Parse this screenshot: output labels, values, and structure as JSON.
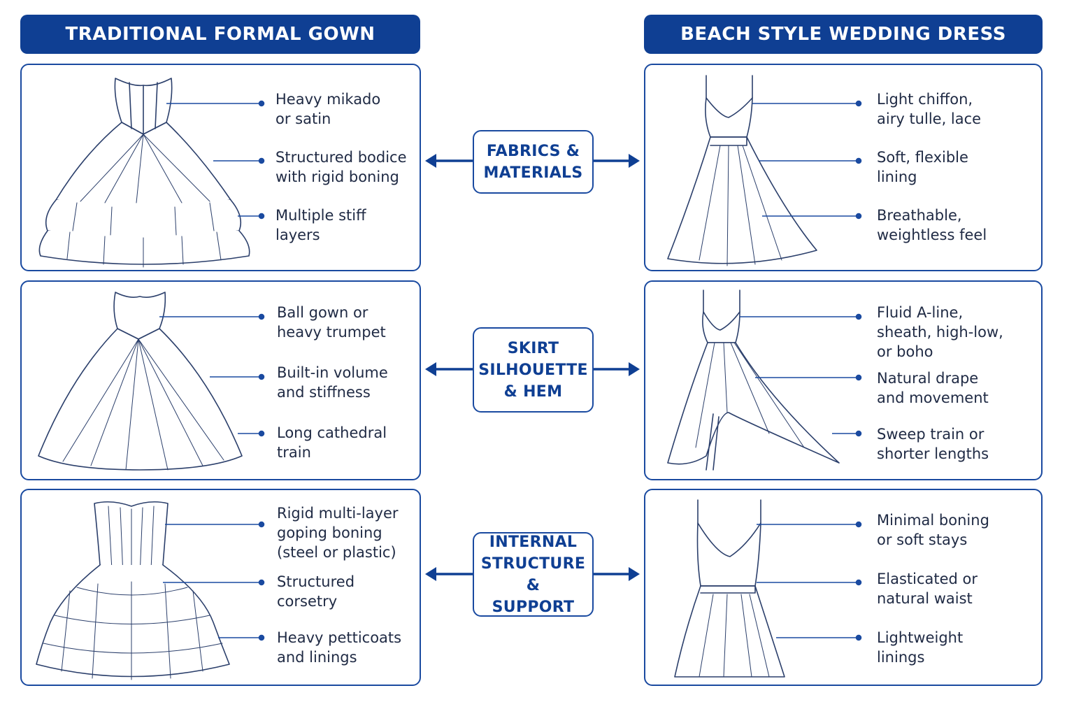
{
  "headers": {
    "left": "TRADITIONAL FORMAL GOWN",
    "right": "BEACH STYLE WEDDING DRESS"
  },
  "categories": [
    "FABRICS &\nMATERIALS",
    "SKIRT\nSILHOUETTE\n& HEM",
    "INTERNAL\nSTRUCTURE &\nSUPPORT"
  ],
  "rows": [
    {
      "left": [
        "Heavy mikado\nor satin",
        "Structured bodice\nwith rigid boning",
        "Multiple stiff\nlayers"
      ],
      "right": [
        "Light chiffon,\nairy tulle, lace",
        "Soft, flexible\nlining",
        "Breathable,\nweightless feel"
      ]
    },
    {
      "left": [
        "Ball gown or\nheavy trumpet",
        "Built-in volume\nand stiffness",
        "Long cathedral\ntrain"
      ],
      "right": [
        "Fluid A-line,\nsheath, high-low,\nor boho",
        "Natural drape\nand movement",
        "Sweep train or\nshorter lengths"
      ]
    },
    {
      "left": [
        "Rigid multi-layer\ngoping boning\n(steel or plastic)",
        "Structured\ncorsetry",
        "Heavy petticoats\nand linings"
      ],
      "right": [
        "Minimal boning\nor soft stays",
        "Elasticated or\nnatural waist",
        "Lightweight\nlinings"
      ]
    }
  ],
  "colors": {
    "navy": "#0f3f93",
    "line": "#1a4aa0",
    "sketch": "#2b3f6b"
  }
}
